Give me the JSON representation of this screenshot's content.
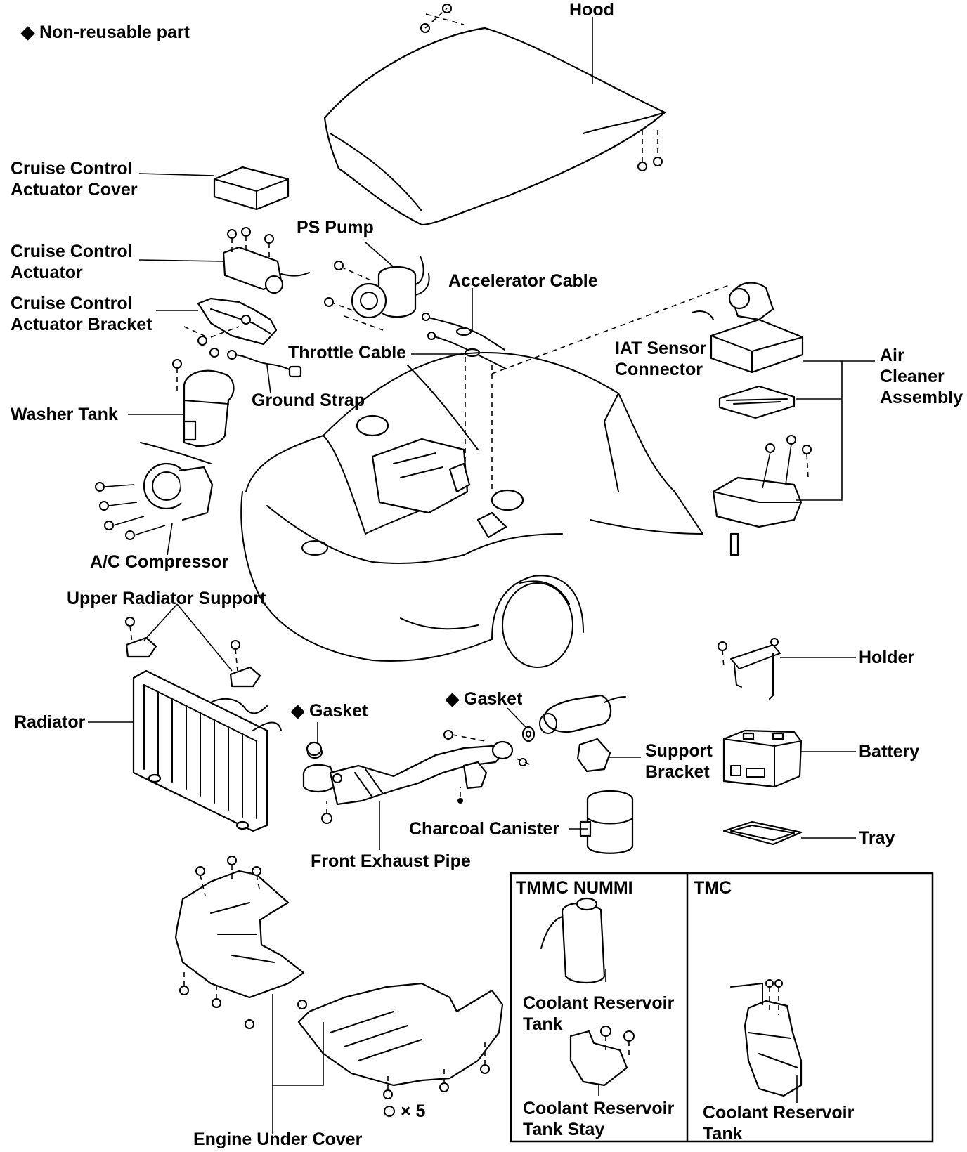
{
  "legend": {
    "symbol": "◆",
    "text": "Non-reusable part"
  },
  "labels": {
    "hood": "Hood",
    "cc_cover_1": "Cruise Control",
    "cc_cover_2": "Actuator Cover",
    "ps_pump": "PS Pump",
    "cc_actuator_1": "Cruise Control",
    "cc_actuator_2": "Actuator",
    "cc_bracket_1": "Cruise Control",
    "cc_bracket_2": "Actuator Bracket",
    "accelerator_cable": "Accelerator Cable",
    "throttle_cable": "Throttle Cable",
    "iat_1": "IAT Sensor",
    "iat_2": "Connector",
    "air_1": "Air",
    "air_2": "Cleaner",
    "air_3": "Assembly",
    "ground_strap": "Ground Strap",
    "washer_tank": "Washer Tank",
    "ac_compressor": "A/C Compressor",
    "upper_rad_support": "Upper Radiator Support",
    "holder": "Holder",
    "radiator": "Radiator",
    "gasket_left": "Gasket",
    "gasket_right": "Gasket",
    "support_1": "Support",
    "support_2": "Bracket",
    "battery": "Battery",
    "charcoal_canister": "Charcoal Canister",
    "tray": "Tray",
    "front_exhaust_pipe": "Front Exhaust Pipe",
    "x5": "× 5",
    "engine_under_cover": "Engine Under Cover"
  },
  "inset": {
    "left_title": "TMMC NUMMI",
    "right_title": "TMC",
    "left_tank_1": "Coolant Reservoir",
    "left_tank_2": "Tank",
    "left_stay_1": "Coolant Reservoir",
    "left_stay_2": "Tank Stay",
    "right_tank_1": "Coolant Reservoir",
    "right_tank_2": "Tank"
  }
}
